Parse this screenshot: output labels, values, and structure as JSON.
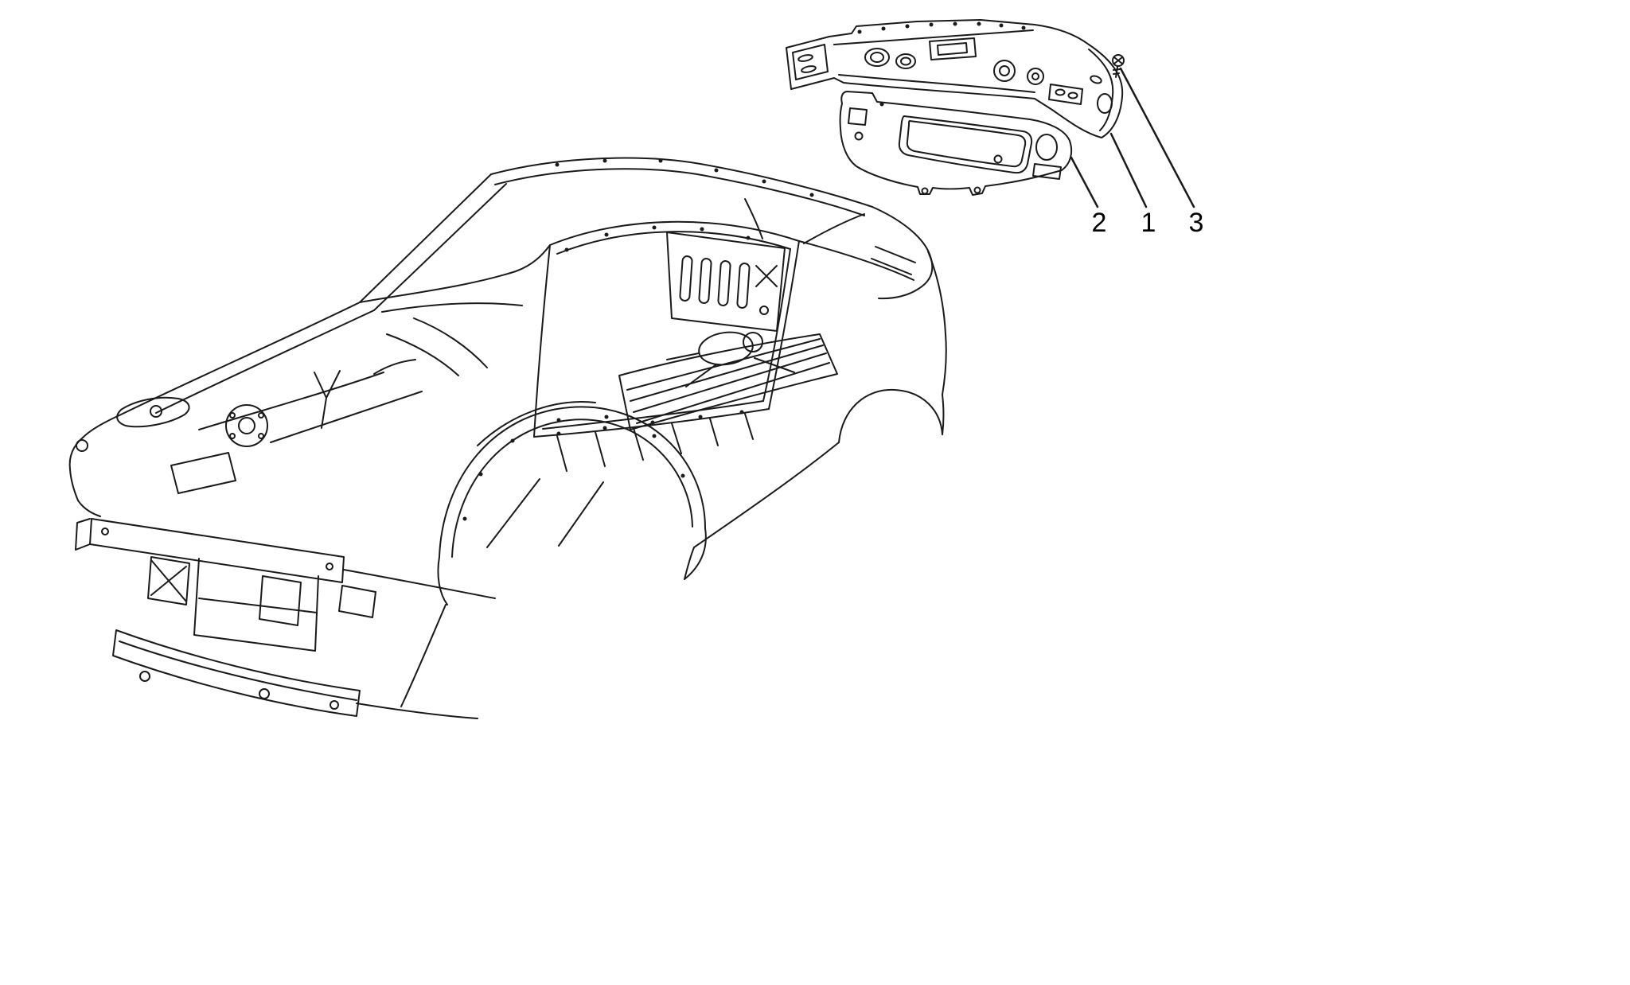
{
  "theme": {
    "background": "#ffffff",
    "line": "#1a1a1a",
    "label": "#000000"
  },
  "diagram": {
    "type": "exploded-parts-line-diagram",
    "subject": "car bodyshell with rear outer panels and fastener",
    "callouts": [
      {
        "label": "2",
        "part": "rear-lower-trim-panel"
      },
      {
        "label": "1",
        "part": "rear-upper-panel"
      },
      {
        "label": "3",
        "part": "fastener-screw"
      }
    ]
  }
}
